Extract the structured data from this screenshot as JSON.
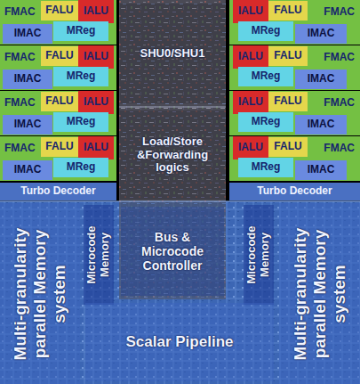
{
  "diagram": {
    "nodes": [
      {
        "text": [
          "FMAC"
        ]
      },
      {
        "text": [
          "FALU"
        ],
        "in": 0
      },
      {
        "text": [
          "IALU"
        ],
        "in": 0
      },
      {
        "text": [
          "IMAC"
        ],
        "in": 0
      },
      {
        "text": [
          "MReg"
        ],
        "in": 0
      },
      {
        "text": [
          "SHU0/SHU1"
        ]
      },
      {
        "text": [
          "FMAC"
        ]
      },
      {
        "text": [
          "IALU"
        ],
        "in": 6
      },
      {
        "text": [
          "FALU"
        ],
        "in": 6
      },
      {
        "text": [
          "MReg"
        ],
        "in": 6
      },
      {
        "text": [
          "IMAC"
        ],
        "in": 6
      },
      {
        "text": [
          "FMAC"
        ]
      },
      {
        "text": [
          "FALU"
        ],
        "in": 11
      },
      {
        "text": [
          "IALU"
        ],
        "in": 11
      },
      {
        "text": [
          "IMAC"
        ],
        "in": 11
      },
      {
        "text": [
          "MReg"
        ],
        "in": 11
      },
      {
        "text": [
          "FMAC"
        ]
      },
      {
        "text": [
          "IALU"
        ],
        "in": 16
      },
      {
        "text": [
          "FALU"
        ],
        "in": 16
      },
      {
        "text": [
          "MReg"
        ],
        "in": 16
      },
      {
        "text": [
          "IMAC"
        ],
        "in": 16
      },
      {
        "text": [
          "FMAC"
        ]
      },
      {
        "text": [
          "FALU"
        ],
        "in": 21
      },
      {
        "text": [
          "IALU"
        ],
        "in": 21
      },
      {
        "text": [
          "IMAC"
        ],
        "in": 21
      },
      {
        "text": [
          "MReg"
        ],
        "in": 21
      },
      {
        "text": [
          "Load/Store &Forwarding logics"
        ]
      },
      {
        "text": [
          "FMAC"
        ]
      },
      {
        "text": [
          "IALU"
        ],
        "in": 27
      },
      {
        "text": [
          "FALU"
        ],
        "in": 27
      },
      {
        "text": [
          "MReg"
        ],
        "in": 27
      },
      {
        "text": [
          "IMAC"
        ],
        "in": 27
      },
      {
        "text": [
          "FMAC"
        ]
      },
      {
        "text": [
          "FALU"
        ],
        "in": 32
      },
      {
        "text": [
          "IALU"
        ],
        "in": 32
      },
      {
        "text": [
          "IMAC"
        ],
        "in": 32
      },
      {
        "text": [
          "MReg"
        ],
        "in": 32
      },
      {
        "text": [
          "FMAC"
        ]
      },
      {
        "text": [
          "IALU"
        ],
        "in": 37
      },
      {
        "text": [
          "FALU"
        ],
        "in": 37
      },
      {
        "text": [
          "MReg"
        ],
        "in": 37
      },
      {
        "text": [
          "IMAC"
        ],
        "in": 37
      },
      {
        "text": [
          "Turbo Decoder"
        ]
      },
      {
        "text": [
          "Turbo Decoder"
        ]
      },
      {
        "text": [
          "Multi-granularity parallel Memory system"
        ]
      },
      {
        "text": [
          "Microcode Memory"
        ]
      },
      {
        "text": [
          "Bus & Microcode Controller"
        ]
      },
      {
        "text": [
          "Microcode Memory"
        ]
      },
      {
        "text": [
          "Multi-granularity parallel Memory system"
        ]
      },
      {
        "text": [
          "Scalar Pipeline"
        ]
      }
    ]
  }
}
